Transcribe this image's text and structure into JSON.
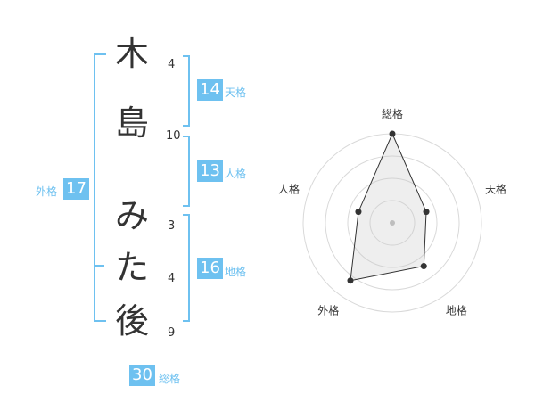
{
  "name": {
    "chars": [
      "木",
      "島",
      "み",
      "た",
      "後"
    ],
    "strokes": [
      "4",
      "10",
      "3",
      "4",
      "9"
    ]
  },
  "kakusu": {
    "tenkaku": {
      "value": "14",
      "label": "天格"
    },
    "jinkaku": {
      "value": "13",
      "label": "人格"
    },
    "chikaku": {
      "value": "16",
      "label": "地格"
    },
    "gaikaku": {
      "value": "17",
      "label": "外格"
    },
    "soukaku": {
      "value": "30",
      "label": "総格"
    }
  },
  "accent_color": "#6ec1f0",
  "chart_data": {
    "type": "radar",
    "axes": [
      "総格",
      "天格",
      "地格",
      "外格",
      "人格"
    ],
    "values": [
      30,
      14,
      16,
      17,
      13
    ],
    "r_max": 5,
    "rings": 4
  }
}
